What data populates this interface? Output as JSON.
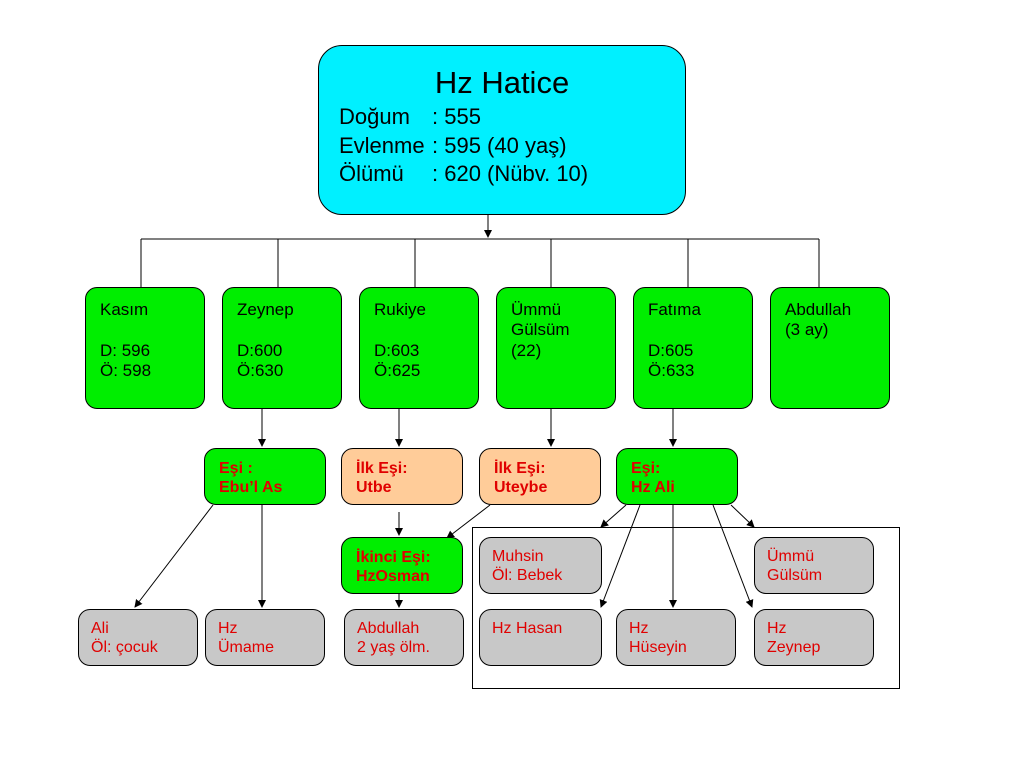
{
  "root": {
    "title": "Hz Hatice",
    "rows": [
      {
        "label": "Doğum",
        "value": ": 555"
      },
      {
        "label": "Evlenme",
        "value": ": 595 (40 yaş)"
      },
      {
        "label": "Ölümü",
        "value": ": 620 (Nübv. 10)"
      }
    ]
  },
  "children": [
    {
      "lines": [
        "Kasım",
        "",
        "D: 596",
        "Ö: 598"
      ]
    },
    {
      "lines": [
        "Zeynep",
        "",
        "D:600",
        "Ö:630"
      ]
    },
    {
      "lines": [
        "Rukiye",
        "",
        "D:603",
        "Ö:625"
      ]
    },
    {
      "lines": [
        "Ümmü",
        "Gülsüm",
        "(22)"
      ]
    },
    {
      "lines": [
        "Fatıma",
        "",
        "D:605",
        "Ö:633"
      ]
    },
    {
      "lines": [
        "Abdullah",
        "(3 ay)"
      ]
    }
  ],
  "spouses": [
    {
      "lines": [
        "Eşi :",
        "Ebu’l As"
      ]
    },
    {
      "lines": [
        "İlk Eşi:",
        "Utbe"
      ]
    },
    {
      "lines": [
        "İlk Eşi:",
        "Uteybe"
      ]
    },
    {
      "lines": [
        "Eşi:",
        "Hz Ali"
      ]
    },
    {
      "lines": [
        "İkinci Eşi:",
        "HzOsman"
      ]
    }
  ],
  "grandchildren": [
    {
      "lines": [
        "Ali",
        "Öl: çocuk"
      ]
    },
    {
      "lines": [
        "Hz",
        "Ümame"
      ]
    },
    {
      "lines": [
        "Abdullah",
        "2 yaş ölm."
      ]
    },
    {
      "lines": [
        "Muhsin",
        "Öl: Bebek"
      ]
    },
    {
      "lines": [
        "Ümmü",
        "Gülsüm"
      ]
    },
    {
      "lines": [
        "Hz Hasan"
      ]
    },
    {
      "lines": [
        "Hz",
        "Hüseyin"
      ]
    },
    {
      "lines": [
        "Hz",
        "Zeynep"
      ]
    }
  ],
  "colors": {
    "root_fill": "#00f0ff",
    "child_fill": "#00ee00",
    "spouse_green_fill": "#00ee00",
    "spouse_peach_fill": "#ffcc99",
    "grandchild_fill": "#c8c8c8",
    "red_text": "#e00000"
  }
}
